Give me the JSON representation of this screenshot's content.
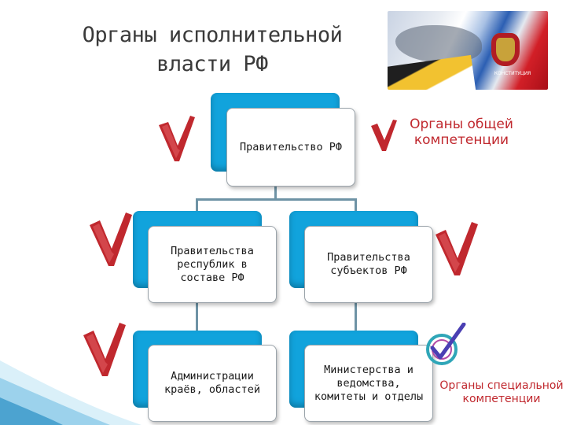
{
  "title": {
    "line1": "Органы исполнительной",
    "line2": "власти РФ"
  },
  "flag_image": {
    "caption": "КОНСТИТУЦИЯ"
  },
  "hierarchy": {
    "top": "Правительство РФ",
    "left_mid": "Правительства республик в составе РФ",
    "right_mid": "Правительства субъектов РФ",
    "left_bottom": "Администрации краёв, областей",
    "right_bottom": "Министерства и ведомства, комитеты и отделы"
  },
  "labels": {
    "general": "Органы общей компетенции",
    "special": "Органы специальной компетенции"
  },
  "colors": {
    "box_accent": "#11a3dc",
    "check_red": "#c0282e",
    "label_red": "#c0282e",
    "connector": "#6e93a5"
  },
  "icons": [
    "red-checkmark-icon",
    "circle-checkmark-icon",
    "flag-emblem-image"
  ]
}
